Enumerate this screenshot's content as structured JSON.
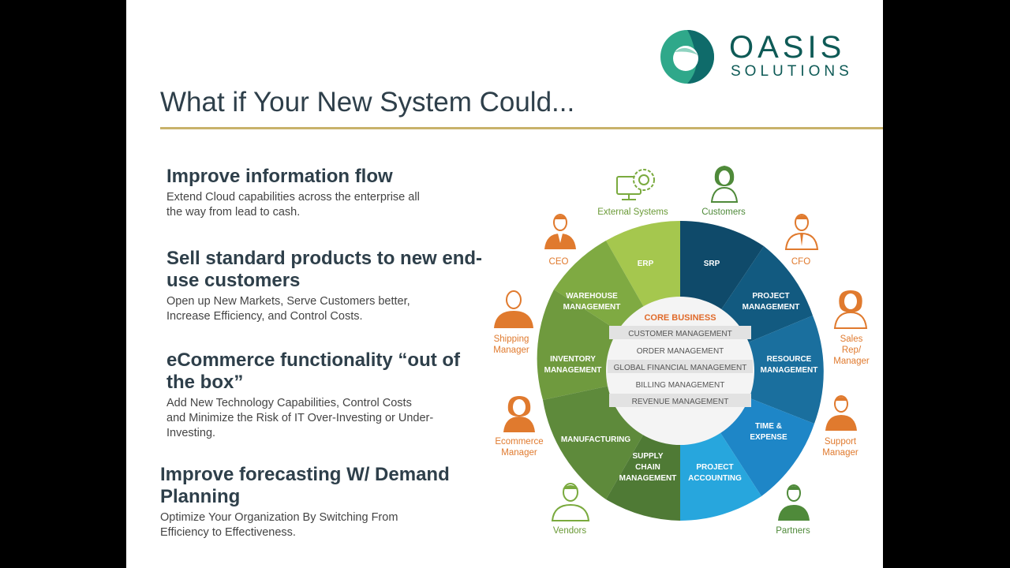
{
  "slide": {
    "title": "What if Your New System Could...",
    "logo": {
      "name": "OASIS",
      "sub": "SOLUTIONS"
    },
    "points": [
      {
        "heading": "Improve information flow",
        "desc": "Extend Cloud capabilities across the enterprise all\n the way from lead to cash."
      },
      {
        "heading": "Sell standard products to new end-\nuse customers",
        "desc": "Open up New Markets, Serve Customers better,\nIncrease Efficiency, and Control Costs."
      },
      {
        "heading": "eCommerce functionality “out of\nthe box”",
        "desc": "Add New Technology Capabilities, Control Costs\nand Minimize the Risk of IT Over-Investing or Under-\nInvesting."
      },
      {
        "heading": "Improve forecasting W/ Demand\nPlanning",
        "desc": "Optimize Your Organization By Switching From\nEfficiency to Effectiveness."
      }
    ]
  },
  "wheel": {
    "core_title": "CORE BUSINESS",
    "core_items": [
      "CUSTOMER MANAGEMENT",
      "ORDER MANAGEMENT",
      "GLOBAL FINANCIAL  MANAGEMENT",
      "BILLING MANAGEMENT",
      "REVENUE MANAGEMENT"
    ],
    "segments": {
      "erp": "ERP",
      "srp": "SRP",
      "project_management": "PROJECT\nMANAGEMENT",
      "resource_management": "RESOURCE\nMANAGEMENT",
      "time_expense": "TIME &\nEXPENSE",
      "project_accounting": "PROJECT\nACCOUNTING",
      "supply_chain": "SUPPLY\nCHAIN\nMANAGEMENT",
      "manufacturing": "MANUFACTURING",
      "inventory": "INVENTORY\nMANAGEMENT",
      "warehouse": "WAREHOUSE\nMANAGEMENT"
    },
    "colors": {
      "light_green": "#a5c74e",
      "mid_green": "#7faa42",
      "dark_green": "#5e8a3b",
      "navy": "#0f4a6a",
      "teal": "#1a6f9e",
      "blue": "#1e86c7",
      "sky": "#27a6dd",
      "orange": "#e07a2e",
      "core_orange": "#e06a2a"
    }
  },
  "stakeholders": {
    "external_systems": "External Systems",
    "customers": "Customers",
    "ceo": "CEO",
    "cfo": "CFO",
    "shipping_manager": "Shipping\nManager",
    "sales_rep": "Sales Rep/\nManager",
    "ecommerce_manager": "Ecommerce\nManager",
    "support_manager": "Support\nManager",
    "vendors": "Vendors",
    "partners": "Partners"
  }
}
